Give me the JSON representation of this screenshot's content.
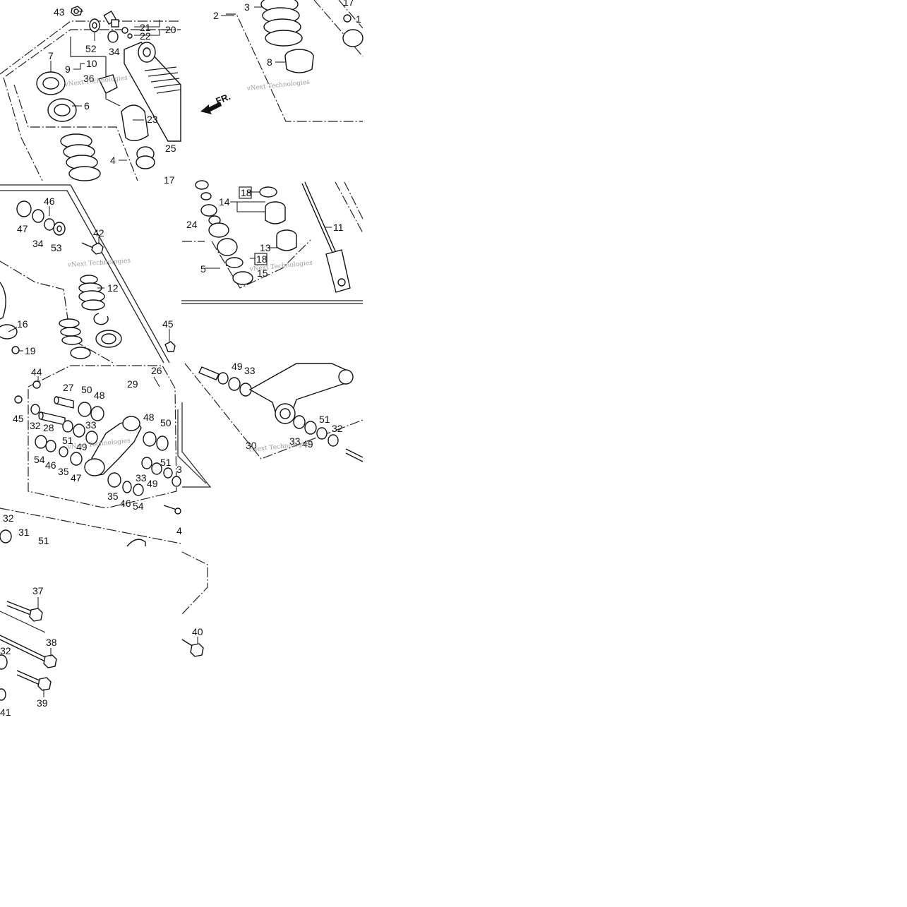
{
  "watermark": "vNext Technologies",
  "front_marker": "FR.",
  "callouts": {
    "c43": "43",
    "c52": "52",
    "c34a": "34",
    "c21": "21",
    "c20": "20",
    "c22": "22",
    "c7": "7",
    "c9": "9",
    "c10": "10",
    "c36": "36",
    "c6": "6",
    "c23": "23",
    "c25": "25",
    "c4": "4",
    "c17a": "17",
    "c2": "2",
    "c3": "3",
    "c8": "8",
    "c17b": "17",
    "c1b": "1",
    "c46a": "46",
    "c47a": "47",
    "c34b": "34",
    "c53": "53",
    "c42": "42",
    "c12": "12",
    "c16": "16",
    "c19": "19",
    "c45a": "45",
    "c14": "14",
    "c18a": "18",
    "c24": "24",
    "c5": "5",
    "c13": "13",
    "c18b": "18",
    "c15": "15",
    "c11": "11",
    "c44": "44",
    "c26": "26",
    "c27": "27",
    "c50a": "50",
    "c48a": "48",
    "c29": "29",
    "c45b": "45",
    "c32a": "32",
    "c28": "28",
    "c33a": "33",
    "c48b": "48",
    "c50b": "50",
    "c51a": "51",
    "c49a": "49",
    "c54a": "54",
    "c46b": "46",
    "c35a": "35",
    "c47b": "47",
    "c51b": "51",
    "c33b": "33",
    "c49b": "49",
    "c35b": "35",
    "c46c": "46",
    "c54b": "54",
    "c3x": "3",
    "c49c": "49",
    "c33c": "33",
    "c30": "30",
    "c33d": "33",
    "c49d": "49",
    "c51c": "51",
    "c32b": "32",
    "c32c": "32",
    "c31": "31",
    "c51d": "51",
    "c4x": "4",
    "c37": "37",
    "c38": "38",
    "c32d": "32",
    "c39": "39",
    "c41": "41",
    "c40": "40"
  }
}
